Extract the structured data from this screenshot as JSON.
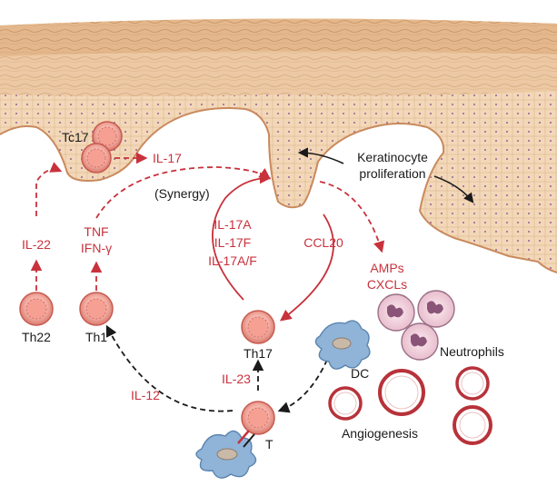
{
  "labels": {
    "tc17": "Tc17",
    "il17_top": "IL-17",
    "synergy": "(Synergy)",
    "keratinocyte_line1": "Keratinocyte",
    "keratinocyte_line2": "proliferation",
    "il22": "IL-22",
    "tnf": "TNF",
    "ifng": "IFN-γ",
    "il17a": "IL-17A",
    "il17f": "IL-17F",
    "il17af": "IL-17A/F",
    "ccl20": "CCL20",
    "amps": "AMPs",
    "cxcls": "CXCLs",
    "th22": "Th22",
    "th1": "Th1",
    "th17": "Th17",
    "neutrophils": "Neutrophils",
    "dc": "DC",
    "il23": "IL-23",
    "il12": "IL-12",
    "t": "T",
    "angiogenesis": "Angiogenesis"
  },
  "colors": {
    "cytokine_red": "#c8323c",
    "cell_fill": "#f4b6ad",
    "dc_blue": "#6d9cc7",
    "skin_tan": "#e0b890",
    "epidermis_light": "#f3dcc2",
    "vessel_red": "#b8323a"
  }
}
